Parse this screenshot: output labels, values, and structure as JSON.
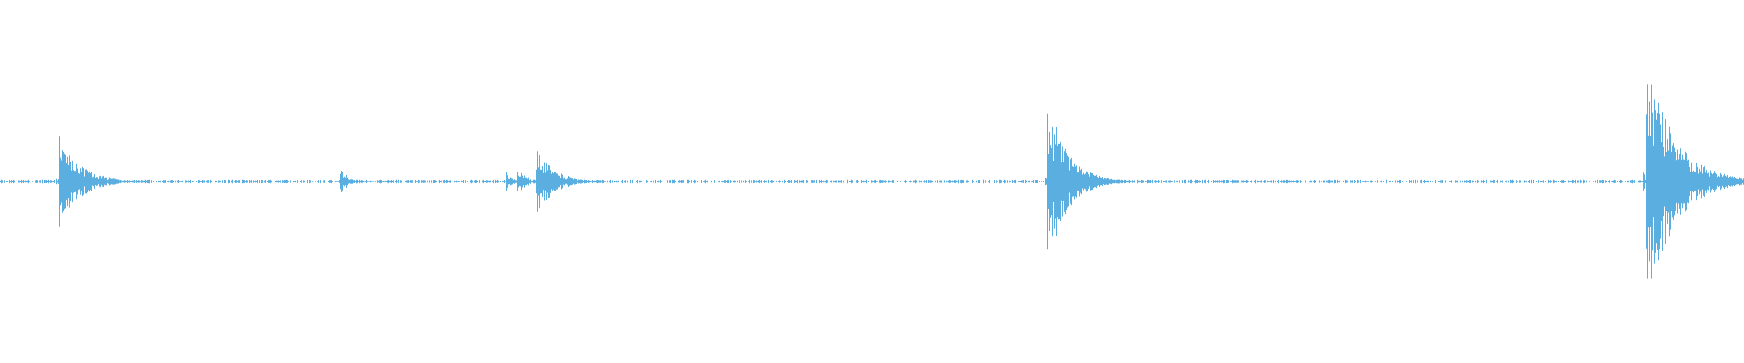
{
  "waveform": {
    "color": "#5aaee0",
    "background": "#ffffff",
    "peak_max": 1.0,
    "transients": [
      {
        "pos": 0.0335,
        "amp": 0.27,
        "decay": 0.012
      },
      {
        "pos": 0.0375,
        "amp": 0.14,
        "decay": 0.008
      },
      {
        "pos": 0.1945,
        "amp": 0.09,
        "decay": 0.005
      },
      {
        "pos": 0.29,
        "amp": 0.06,
        "decay": 0.004
      },
      {
        "pos": 0.296,
        "amp": 0.09,
        "decay": 0.005
      },
      {
        "pos": 0.307,
        "amp": 0.2,
        "decay": 0.01
      },
      {
        "pos": 0.6005,
        "amp": 0.4,
        "decay": 0.012
      },
      {
        "pos": 0.6055,
        "amp": 0.33,
        "decay": 0.01
      },
      {
        "pos": 0.9435,
        "amp": 0.74,
        "decay": 0.016
      }
    ],
    "noise_floor": 0.012
  }
}
